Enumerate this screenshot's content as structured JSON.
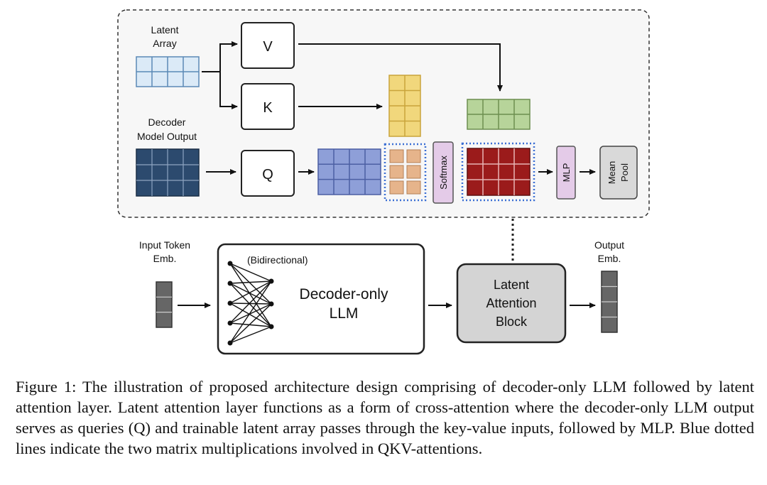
{
  "figure": {
    "labels": {
      "latent_array": [
        "Latent",
        "Array"
      ],
      "decoder_output": [
        "Decoder",
        "Model Output"
      ],
      "input_token": [
        "Input Token",
        "Emb."
      ],
      "output_emb": [
        "Output",
        "Emb."
      ],
      "v": "V",
      "k": "K",
      "q": "Q",
      "softmax": "Softmax",
      "mlp": "MLP",
      "mean_pool": [
        "Mean",
        "Pool"
      ],
      "bidirectional": "(Bidirectional)",
      "decoder_llm": [
        "Decoder-only",
        "LLM"
      ],
      "latent_block": [
        "Latent",
        "Attention",
        "Block"
      ]
    },
    "colors": {
      "latent_array": "#dbeaf7",
      "decoder_output": "#2c4a6e",
      "q_output": "#8e9fd8",
      "k_output": "#f1d77c",
      "v_output": "#b7d49a",
      "qk_scores": "#e6b48b",
      "attention": "#9b1b1b",
      "softmax": "#e4cbe8",
      "mlp": "#e4cbe8",
      "mean_pool": "#d9d9d9",
      "latent_block": "#d4d4d4",
      "token_emb": "#666666",
      "dotted_highlight": "#3b6fd4",
      "panel_bg": "#f7f7f7"
    }
  },
  "caption": {
    "text": "Figure 1: The illustration of proposed architecture design comprising of decoder-only LLM followed by latent attention layer. Latent attention layer functions as a form of cross-attention where the decoder-only LLM output serves as queries (Q) and trainable latent array passes through the key-value inputs, followed by MLP. Blue dotted lines indicate the two matrix multiplications involved in QKV-attentions."
  }
}
